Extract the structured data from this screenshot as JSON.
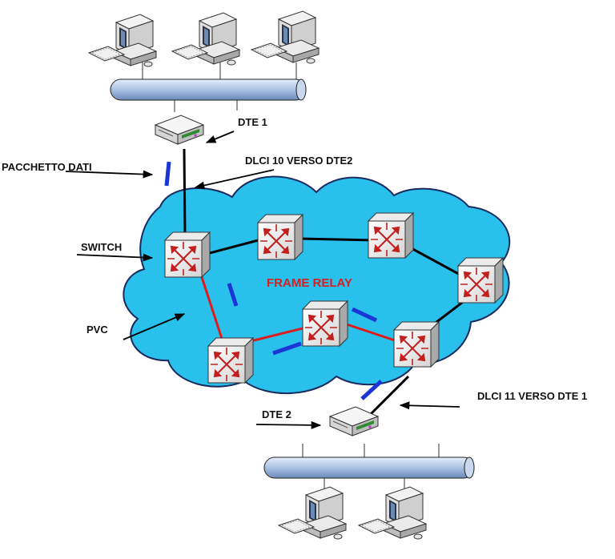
{
  "labels": {
    "dte1": "DTE 1",
    "dte2": "DTE 2",
    "dlci10": "DLCI 10 VERSO DTE2",
    "dlci11": "DLCI 11 VERSO DTE 1",
    "pacchetto": "PACCHETTO DATI",
    "switch": "SWITCH",
    "pvc": "PVC",
    "cloud": "FRAME RELAY"
  },
  "colors": {
    "cloud_fill": "#29c0ec",
    "cloud_stroke": "#1a2a5e",
    "pvc_link": "#e01b1b",
    "trunk_link": "#000000",
    "packet": "#1b35d6",
    "bus_fill": "#a9c3e4",
    "cloud_text": "#d81e1e"
  },
  "icons": {
    "workstation": "computer-workstation-icon",
    "router": "frame-relay-access-device-icon",
    "switch": "frame-relay-switch-icon"
  }
}
